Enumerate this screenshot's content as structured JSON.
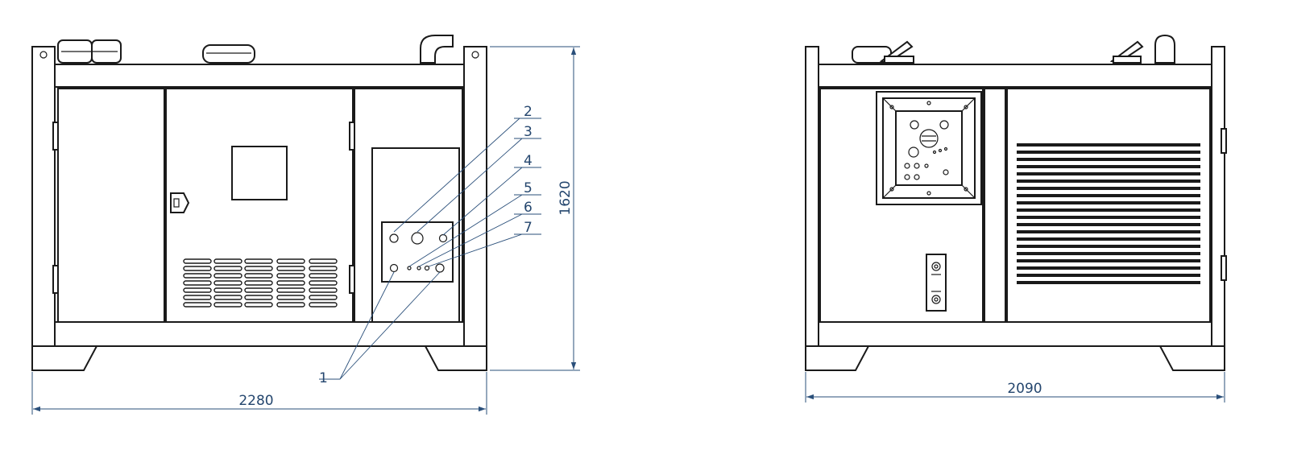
{
  "drawing": {
    "front_view": {
      "width_dimension": "2280",
      "height_dimension": "1620",
      "callouts": [
        "1",
        "2",
        "3",
        "4",
        "5",
        "6",
        "7"
      ]
    },
    "rear_view": {
      "width_dimension": "2090"
    }
  },
  "colors": {
    "linework": "#1a1a1a",
    "dimension": "#2a4f7a",
    "background": "#ffffff"
  }
}
